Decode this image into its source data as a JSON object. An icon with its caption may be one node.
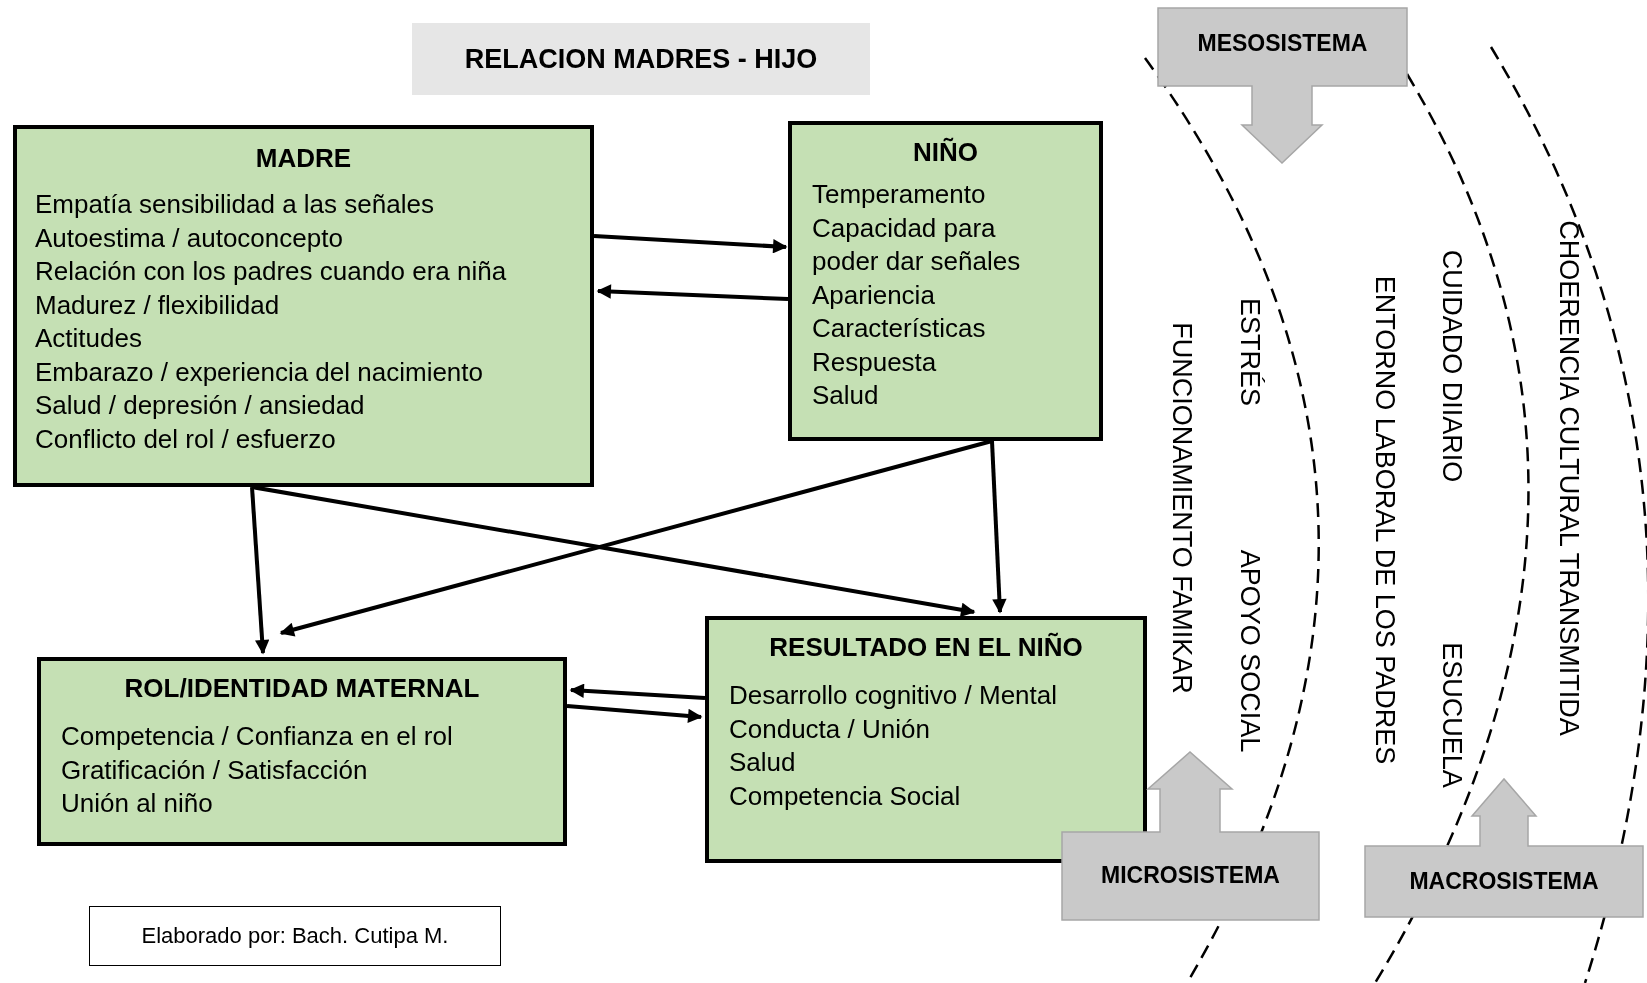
{
  "diagram": {
    "title": "RELACION MADRES - HIJO",
    "nodes": [
      {
        "text": [
          "MADRE",
          "Empatía sensibilidad a las señales",
          "Autoestima / autoconcepto",
          "Relación con los padres cuando era niña",
          "Madurez / flexibilidad",
          "Actitudes",
          "Embarazo / experiencia del nacimiento",
          "Salud / depresión / ansiedad",
          "Conflicto del rol / esfuerzo"
        ]
      },
      {
        "text": [
          "NIÑO",
          "Temperamento",
          "Capacidad para",
          "poder dar señales",
          "Apariencia",
          "Características",
          "Respuesta",
          "Salud"
        ]
      },
      {
        "text": [
          "ROL/IDENTIDAD MATERNAL",
          "Competencia / Confianza en el rol",
          "Gratificación / Satisfacción",
          "Unión al niño"
        ]
      },
      {
        "text": [
          "RESULTADO EN EL NIÑO",
          "Desarrollo cognitivo / Mental",
          "Conducta / Unión",
          "Salud",
          "Competencia Social"
        ]
      },
      {
        "text": [
          "MESOSISTEMA"
        ]
      },
      {
        "text": [
          "MICROSISTEMA"
        ]
      },
      {
        "text": [
          "MACROSISTEMA"
        ]
      },
      {
        "text": [
          "Elaborado por: Bach. Cutipa M."
        ]
      }
    ],
    "edges": [
      {
        "from": 0,
        "to": 1,
        "arrow": "to"
      },
      {
        "from": 1,
        "to": 0,
        "arrow": "to"
      },
      {
        "from": 0,
        "to": 2,
        "arrow": "to"
      },
      {
        "from": 0,
        "to": 3,
        "arrow": "to"
      },
      {
        "from": 1,
        "to": 2,
        "arrow": "to"
      },
      {
        "from": 1,
        "to": 3,
        "arrow": "to"
      },
      {
        "from": 3,
        "to": 2,
        "arrow": "to"
      },
      {
        "from": 2,
        "to": 3,
        "arrow": "to"
      }
    ],
    "labels": [
      "FUNCIONAMIENTO FAMIKAR",
      "ESTRÉS",
      "APOYO SOCIAL",
      "ENTORNO LABORAL DE LOS PADRES",
      "CUIDADO DIIARIO",
      "ESUCUELA",
      "CHOERENCIA CULTURAL TRANSMITIDA"
    ]
  }
}
